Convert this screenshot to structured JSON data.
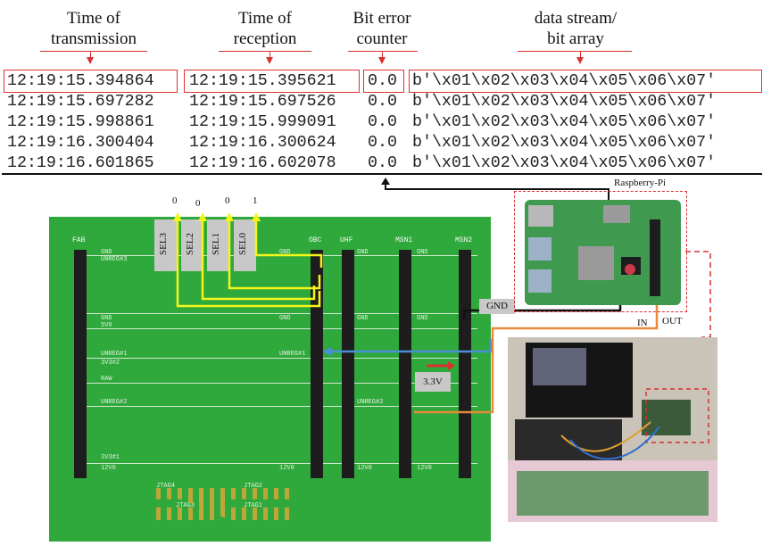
{
  "headers": {
    "transmission": "Time of\ntransmission",
    "reception": "Time of\nreception",
    "bit_error": "Bit error\ncounter",
    "data_stream": "data stream/\nbit array"
  },
  "rows": [
    {
      "tx": "12:19:15.394864",
      "rx": "12:19:15.395621",
      "err": "0.0",
      "data": "b'\\x01\\x02\\x03\\x04\\x05\\x06\\x07'"
    },
    {
      "tx": "12:19:15.697282",
      "rx": "12:19:15.697526",
      "err": "0.0",
      "data": "b'\\x01\\x02\\x03\\x04\\x05\\x06\\x07'"
    },
    {
      "tx": "12:19:15.998861",
      "rx": "12:19:15.999091",
      "err": "0.0",
      "data": "b'\\x01\\x02\\x03\\x04\\x05\\x06\\x07'"
    },
    {
      "tx": "12:19:16.300404",
      "rx": "12:19:16.300624",
      "err": "0.0",
      "data": "b'\\x01\\x02\\x03\\x04\\x05\\x06\\x07'"
    },
    {
      "tx": "12:19:16.601865",
      "rx": "12:19:16.602078",
      "err": "0.0",
      "data": "b'\\x01\\x02\\x03\\x04\\x05\\x06\\x07'"
    }
  ],
  "board": {
    "columns": [
      "FAB",
      "OBC",
      "UHF",
      "MSN1",
      "MSN2"
    ],
    "selectors": [
      {
        "name": "SEL3",
        "bit": "0"
      },
      {
        "name": "SEL2",
        "bit": "0"
      },
      {
        "name": "SEL1",
        "bit": "0"
      },
      {
        "name": "SEL0",
        "bit": "1"
      }
    ],
    "gnd_label": "GND",
    "voltage_label": "3.3V",
    "in_label": "IN",
    "out_label": "OUT",
    "rpi_label": "Raspberry-Pi",
    "silk": {
      "gnd": "GND",
      "unreg3": "UNREG#3",
      "v5": "5V0",
      "unreg1": "UNREG#1",
      "v3v3": "3V3#2",
      "raw": "RAW",
      "unreg2": "UNREG#2",
      "v3v31": "3V3#1",
      "v12": "12V0",
      "jtag4": "JTAG4",
      "jtag3": "JTAG3",
      "jtag2": "JTAG2",
      "jtag1": "JTAG1"
    }
  },
  "colors": {
    "red_box": "#e03030",
    "pcb_green": "#2fa83c",
    "yellow_wire": "#f5f51a",
    "blue_wire": "#4a8fd8",
    "orange_wire": "#e88a3a",
    "black_wire": "#111111"
  }
}
